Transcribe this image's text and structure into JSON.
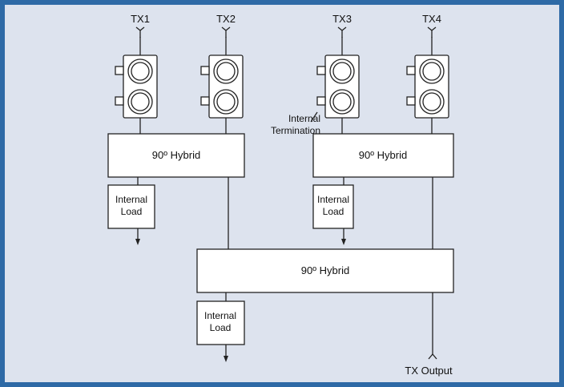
{
  "colors": {
    "frame": "#2e6aa6",
    "background": "#dde3ee",
    "box": "#ffffff",
    "line": "#222222"
  },
  "transmitters": [
    {
      "label": "TX1"
    },
    {
      "label": "TX2"
    },
    {
      "label": "TX3"
    },
    {
      "label": "TX4"
    }
  ],
  "hybrids": [
    {
      "label": "90º Hybrid"
    },
    {
      "label": "90º Hybrid"
    },
    {
      "label": "90º Hybrid"
    }
  ],
  "loads": [
    {
      "label_line1": "Internal",
      "label_line2": "Load"
    },
    {
      "label_line1": "Internal",
      "label_line2": "Load"
    },
    {
      "label_line1": "Internal",
      "label_line2": "Load"
    }
  ],
  "annotation": {
    "line1": "Internal",
    "line2": "Termination"
  },
  "output": {
    "label": "TX Output"
  }
}
